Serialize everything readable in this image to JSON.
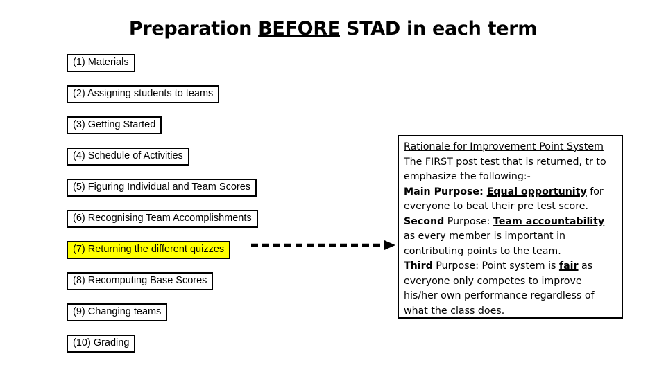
{
  "title": {
    "before_text": "Preparation ",
    "underlined_word": "BEFORE",
    "after_text": " STAD in each term"
  },
  "colors": {
    "highlight": "#FFFF00",
    "border": "#000000",
    "background": "#FFFFFF",
    "text": "#000000"
  },
  "steps": [
    {
      "label": "(1) Materials",
      "highlighted": false
    },
    {
      "label": "(2) Assigning students to teams",
      "highlighted": false
    },
    {
      "label": "(3) Getting Started",
      "highlighted": false
    },
    {
      "label": "(4) Schedule of Activities",
      "highlighted": false
    },
    {
      "label": "(5) Figuring Individual and Team Scores",
      "highlighted": false
    },
    {
      "label": "(6) Recognising Team Accomplishments",
      "highlighted": false
    },
    {
      "label": "(7) Returning the different quizzes",
      "highlighted": true
    },
    {
      "label": "(8) Recomputing Base Scores",
      "highlighted": false
    },
    {
      "label": "(9) Changing teams",
      "highlighted": false
    },
    {
      "label": "(10) Grading",
      "highlighted": false
    }
  ],
  "arrow": {
    "name": "dashed-arrow",
    "direction": "right",
    "style": "dashed"
  },
  "rationale": {
    "heading": "Rationale for Improvement Point System",
    "intro_line1": "The FIRST post test that is returned, tr to",
    "intro_line2": "emphasize the following:-",
    "purposes": [
      {
        "order_label": "Main Purpose",
        "separator": ": ",
        "emphasis": "Equal opportunity",
        "tail": " for everyone to beat their pre test score."
      },
      {
        "order_label": "Second",
        "separator": " Purpose: ",
        "emphasis": "Team accountability",
        "tail": " as every member is important in contributing points to the team."
      },
      {
        "order_label": "Third",
        "separator": " Purpose: Point system is ",
        "emphasis": "fair",
        "tail": " as everyone only competes to improve his/her own performance regardless of what the class does."
      }
    ]
  }
}
